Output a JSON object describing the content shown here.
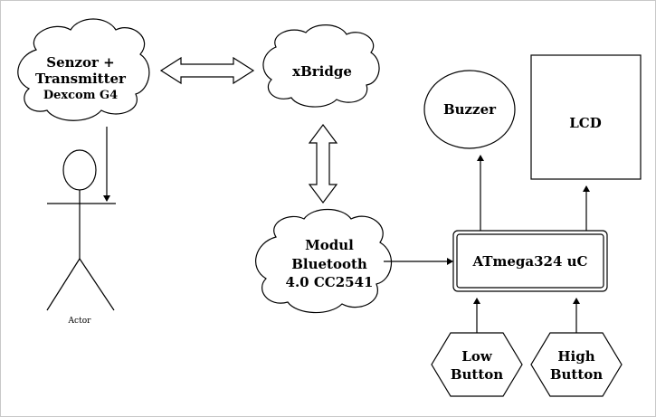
{
  "diagram": {
    "nodes": {
      "sensor": {
        "line1": "Senzor +",
        "line2": "Transmitter",
        "line3": "Dexcom G4"
      },
      "xbridge": {
        "label": "xBridge"
      },
      "bluetooth": {
        "line1": "Modul",
        "line2": "Bluetooth",
        "line3": "4.0 CC2541"
      },
      "buzzer": {
        "label": "Buzzer"
      },
      "lcd": {
        "label": "LCD"
      },
      "mcu": {
        "label": "ATmega324 uC"
      },
      "low_button": {
        "line1": "Low",
        "line2": "Button"
      },
      "high_button": {
        "line1": "High",
        "line2": "Button"
      },
      "actor": {
        "label": "Actor"
      }
    },
    "edges": [
      {
        "from": "sensor",
        "to": "xbridge",
        "style": "double-hollow-arrow"
      },
      {
        "from": "xbridge",
        "to": "bluetooth",
        "style": "double-hollow-arrow"
      },
      {
        "from": "sensor",
        "to": "actor",
        "style": "arrow"
      },
      {
        "from": "bluetooth",
        "to": "mcu",
        "style": "arrow"
      },
      {
        "from": "mcu",
        "to": "buzzer",
        "style": "arrow"
      },
      {
        "from": "mcu",
        "to": "lcd",
        "style": "arrow"
      },
      {
        "from": "low_button",
        "to": "mcu",
        "style": "arrow"
      },
      {
        "from": "high_button",
        "to": "mcu",
        "style": "arrow"
      }
    ],
    "stroke_color": "#000000",
    "background_color": "#ffffff"
  }
}
